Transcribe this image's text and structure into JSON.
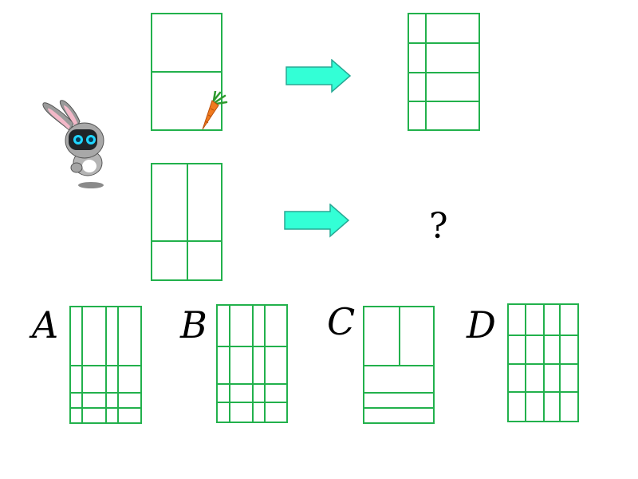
{
  "question_mark": "?",
  "options": [
    {
      "label": "A"
    },
    {
      "label": "B"
    },
    {
      "label": "C"
    },
    {
      "label": "D"
    }
  ],
  "colors": {
    "grid": "#22b14c",
    "arrow": "#33ffd6",
    "arrow_stroke": "#27a894"
  },
  "icons": [
    "rabbit-mascot-icon",
    "carrot-icon",
    "right-arrow-icon"
  ]
}
